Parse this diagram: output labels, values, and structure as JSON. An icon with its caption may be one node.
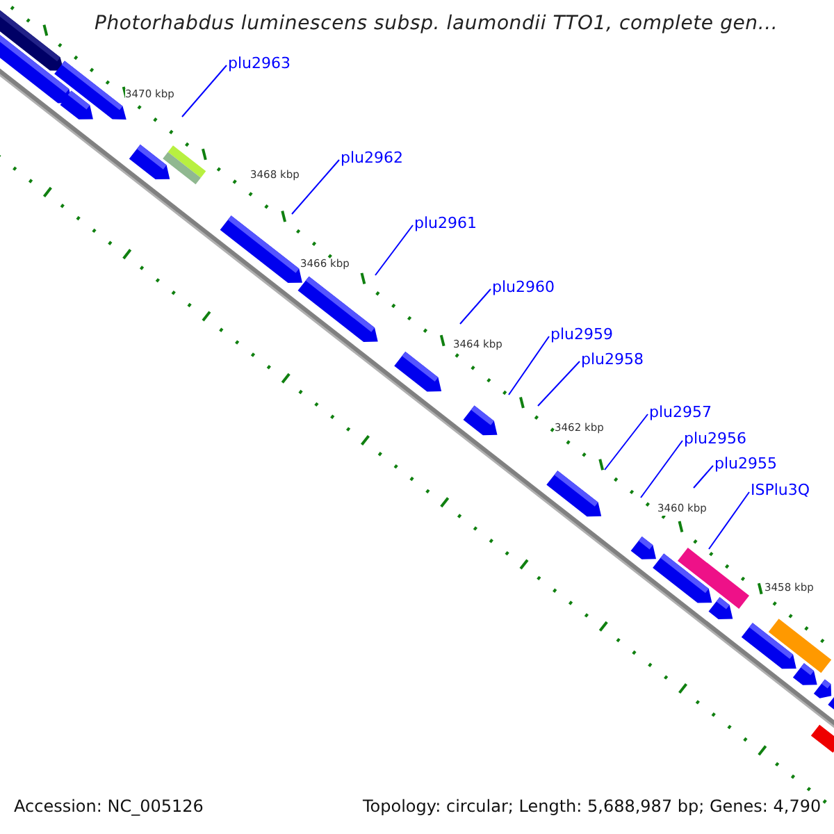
{
  "diagram": {
    "title": "Photorhabdus luminescens subsp. laumondii TTO1, complete gen...",
    "nodes": [
      {
        "text": [
          "plu2963"
        ]
      },
      {
        "text": [
          "plu2962"
        ]
      },
      {
        "text": [
          "plu2961"
        ]
      },
      {
        "text": [
          "plu2960"
        ]
      },
      {
        "text": [
          "plu2959"
        ]
      },
      {
        "text": [
          "plu2958"
        ]
      },
      {
        "text": [
          "plu2957"
        ]
      },
      {
        "text": [
          "plu2956"
        ]
      },
      {
        "text": [
          "plu2955"
        ]
      },
      {
        "text": [
          "ISPlu3Q"
        ]
      }
    ],
    "edges": [
      {
        "from": 0,
        "to": null,
        "arrow": "none"
      },
      {
        "from": 1,
        "to": null,
        "arrow": "none"
      },
      {
        "from": 2,
        "to": null,
        "arrow": "none"
      },
      {
        "from": 3,
        "to": null,
        "arrow": "none"
      },
      {
        "from": 4,
        "to": null,
        "arrow": "none"
      },
      {
        "from": 5,
        "to": null,
        "arrow": "none"
      },
      {
        "from": 6,
        "to": null,
        "arrow": "none"
      },
      {
        "from": 7,
        "to": null,
        "arrow": "none"
      },
      {
        "from": 8,
        "to": null,
        "arrow": "none"
      },
      {
        "from": 9,
        "to": null,
        "arrow": "none"
      }
    ],
    "labels": [
      "3470 kbp",
      "3468 kbp",
      "3466 kbp",
      "3464 kbp",
      "3462 kbp",
      "3460 kbp",
      "3458 kbp",
      "Accession: NC_005126",
      "Topology: circular; Length: 5,688,987 bp; Genes: 4,790"
    ]
  }
}
